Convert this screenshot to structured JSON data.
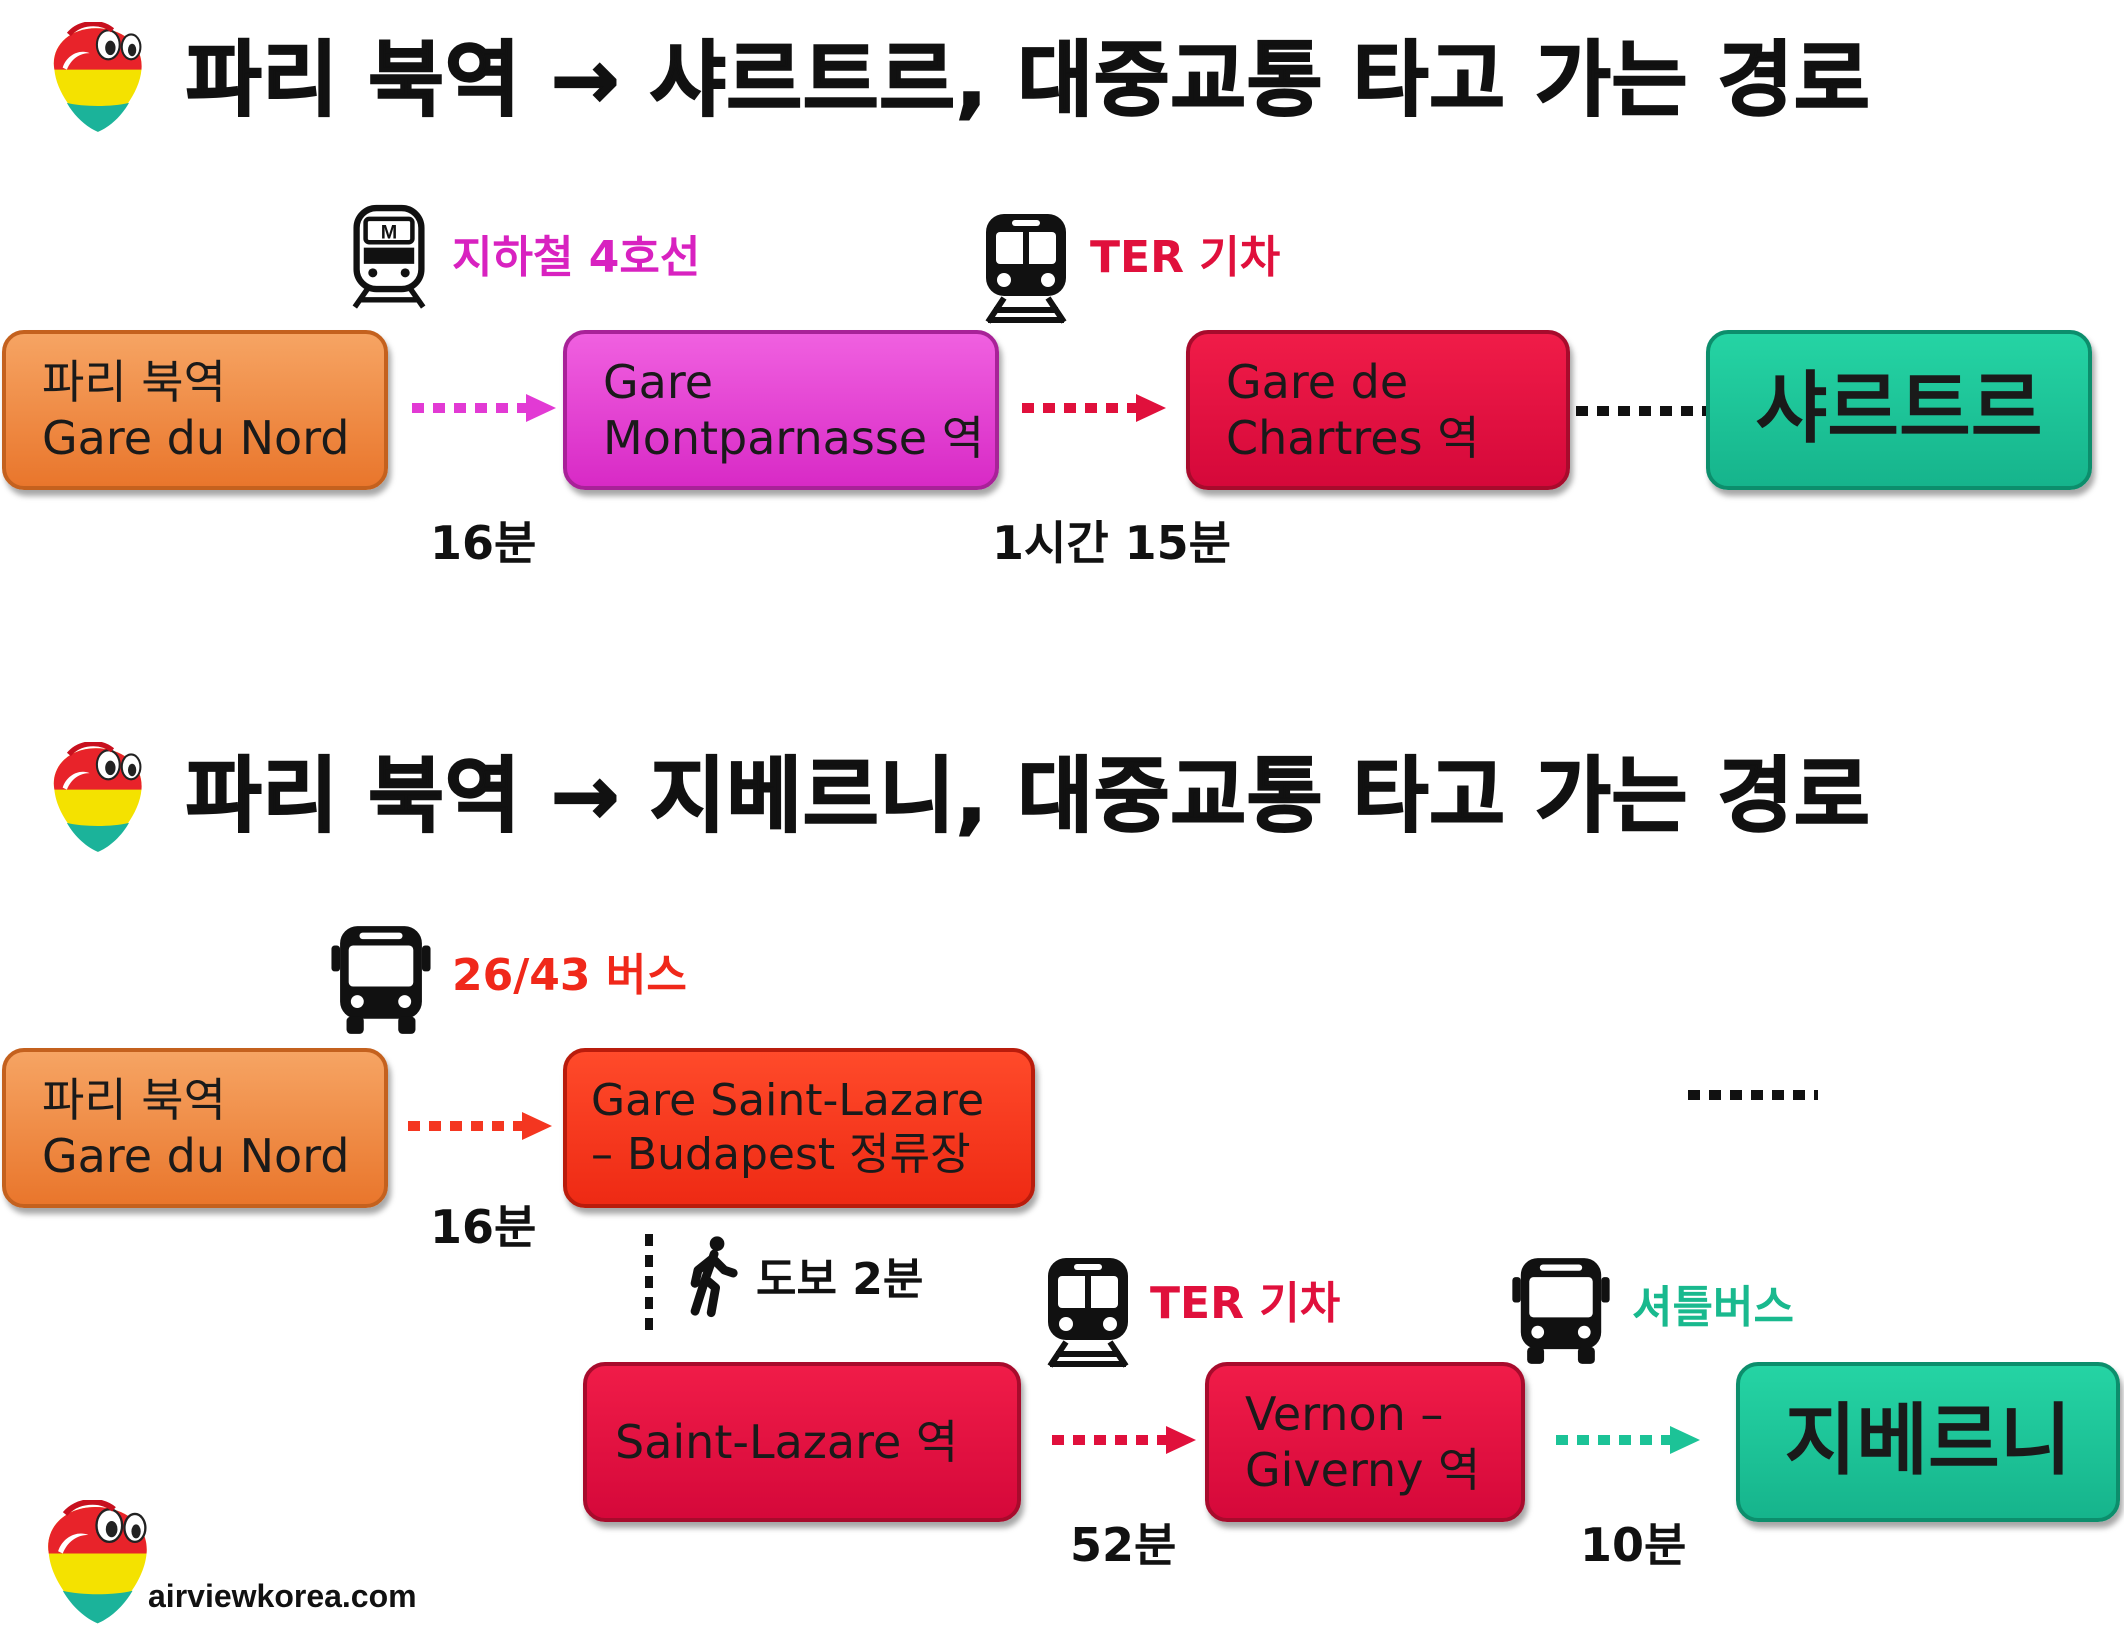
{
  "section1": {
    "title": "파리 북역 → 샤르트르, 대중교통 타고 가는 경로",
    "stations": [
      {
        "lines": [
          "파리 북역",
          "Gare du Nord"
        ],
        "color": "#f08a3c"
      },
      {
        "lines": [
          "Gare",
          "Montparnasse 역"
        ],
        "color": "#e23ad4"
      },
      {
        "lines": [
          "Gare de",
          "Chartres 역"
        ],
        "color": "#e01040"
      },
      {
        "lines": [
          "샤르트르"
        ],
        "color": "#1cc397"
      }
    ],
    "modes": [
      {
        "icon": "metro-icon",
        "label": "지하철 4호선",
        "color": "#d822c0"
      },
      {
        "icon": "train-icon",
        "label": "TER 기차",
        "color": "#e0103c"
      }
    ],
    "durations": [
      "16분",
      "1시간 15분"
    ]
  },
  "section2": {
    "title": "파리 북역 → 지베르니, 대중교통 타고 가는 경로",
    "stations": [
      {
        "lines": [
          "파리 북역",
          "Gare du Nord"
        ],
        "color": "#f08a3c"
      },
      {
        "lines": [
          "Gare Saint-Lazare",
          "– Budapest 정류장"
        ],
        "color": "#f43620"
      },
      {
        "lines": [
          "Saint-Lazare 역"
        ],
        "color": "#e01040"
      },
      {
        "lines": [
          "Vernon –",
          "Giverny 역"
        ],
        "color": "#e01040"
      },
      {
        "lines": [
          "지베르니"
        ],
        "color": "#1cc397"
      }
    ],
    "modes": [
      {
        "icon": "bus-icon",
        "label": "26/43 버스",
        "color": "#f0281a"
      },
      {
        "icon": "walk-icon",
        "label": "도보 2분",
        "color": "#111111"
      },
      {
        "icon": "train-icon",
        "label": "TER 기차",
        "color": "#e0103c"
      },
      {
        "icon": "bus-icon",
        "label": "셔틀버스",
        "color": "#19b98e"
      }
    ],
    "durations": [
      "16분",
      "52분",
      "10분"
    ]
  },
  "brand": {
    "site": "airviewkorea.com"
  }
}
